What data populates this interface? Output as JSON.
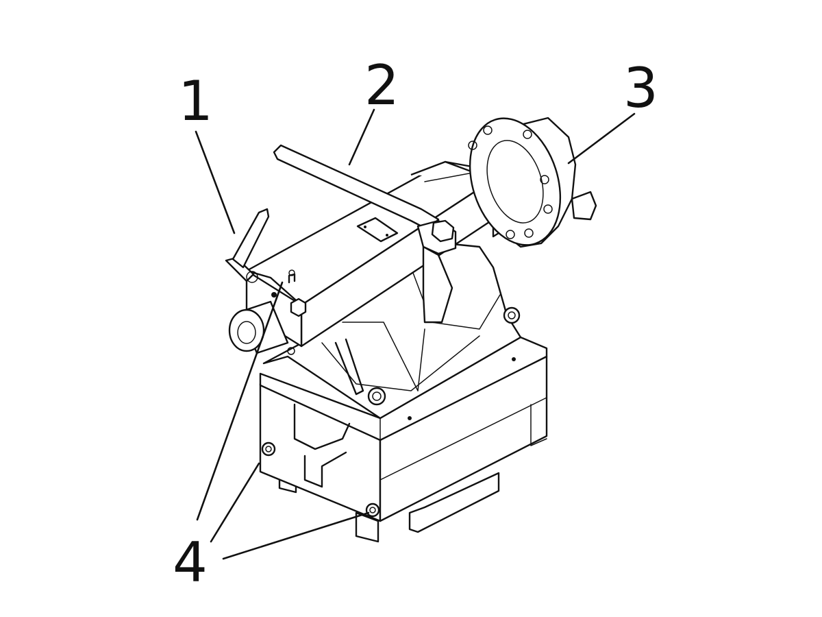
{
  "callouts": {
    "c1": "1",
    "c2": "2",
    "c3": "3",
    "c4": "4"
  },
  "style": {
    "line_color": "#111111",
    "background": "#ffffff"
  }
}
